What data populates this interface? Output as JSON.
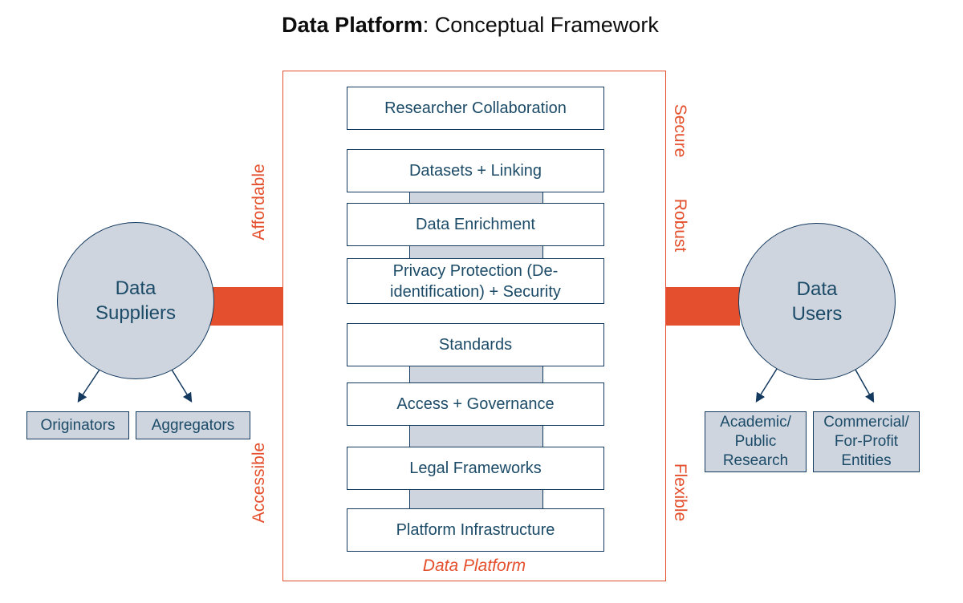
{
  "title": {
    "emphasis": "Data Platform",
    "rest": ": Conceptual Framework"
  },
  "platform": {
    "caption": "Data Platform",
    "layers": [
      {
        "label": "Researcher Collaboration"
      },
      {
        "label": "Datasets + Linking"
      },
      {
        "label": "Data Enrichment"
      },
      {
        "label": "Privacy Protection (De-\nidentification) + Security"
      },
      {
        "label": "Standards"
      },
      {
        "label": "Access + Governance"
      },
      {
        "label": "Legal Frameworks"
      },
      {
        "label": "Platform Infrastructure"
      }
    ]
  },
  "attributes": {
    "affordable": "Affordable",
    "accessible": "Accessible",
    "secure": "Secure",
    "robust": "Robust",
    "flexible": "Flexible"
  },
  "suppliers": {
    "label": "Data\nSuppliers",
    "originators": "Originators",
    "aggregators": "Aggregators"
  },
  "users": {
    "label": "Data\nUsers",
    "academic": "Academic/\nPublic\nResearch",
    "commercial": "Commercial/\nFor-Profit\nEntities"
  },
  "colors": {
    "accent_red": "#E4502D",
    "navy_text": "#1C4B68",
    "navy_line": "#14395E",
    "panel_fill": "#CED5DF"
  }
}
